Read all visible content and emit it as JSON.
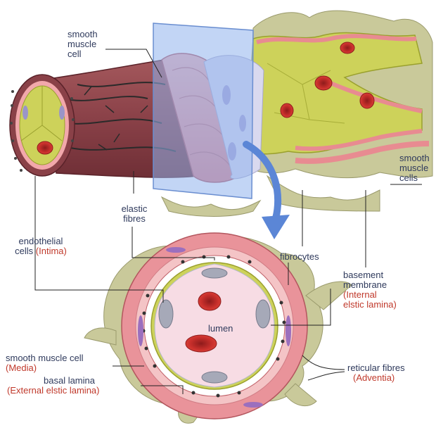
{
  "labels": {
    "smooth_muscle_top": [
      "smooth",
      "muscle",
      "cell"
    ],
    "elastic_fibres": [
      "elastic",
      "fibres"
    ],
    "endothelial": [
      "endothelial",
      "cells"
    ],
    "intima": "(Intima)",
    "fibrocytes": "fibrocytes",
    "basement": [
      "basement",
      "membrane"
    ],
    "internal_elastic": [
      "(Internal",
      "elstic lamina)"
    ],
    "smooth_muscle_right": [
      "smooth",
      "muscle",
      "cells"
    ],
    "lumen": "lumen",
    "smooth_muscle_bottom": "smooth muscle cell",
    "media": "(Media)",
    "basal_lamina": "basal lamina",
    "external_elastic": "(External elstic lamina)",
    "reticular_fibres": "reticular fibres",
    "adventia": "(Adventia)"
  },
  "colors": {
    "label_text": "#2f3a5c",
    "layer_name_text": "#c0392b",
    "tube_outer": "#8e4a4f",
    "muscle_pink": "#e9939a",
    "endothelium_yellow": "#cfd35a",
    "blood_cell": "#c62828",
    "lumen_pink": "#f6dce6",
    "cut_plane": "#7ea6e6",
    "arrow": "#5b86d6",
    "connective_tissue": "#c9c99a"
  }
}
